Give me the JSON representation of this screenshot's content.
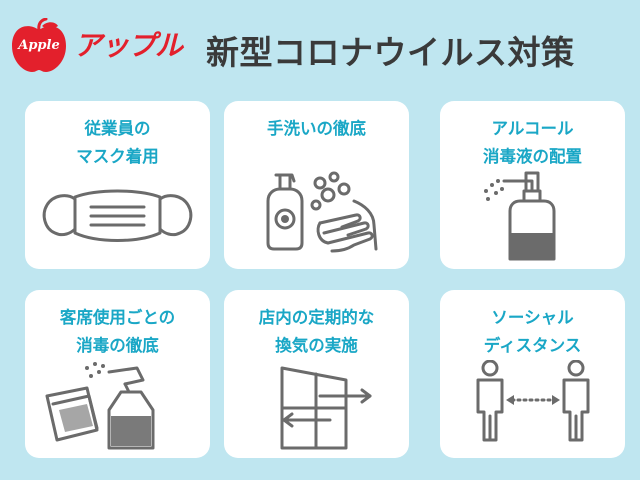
{
  "header": {
    "logo_mark_text": "Apple",
    "logo_wordmark": "アップル",
    "title": "新型コロナウイルス対策"
  },
  "colors": {
    "background": "#bfe6f0",
    "card": "#ffffff",
    "card_title": "#1aa7c6",
    "icon": "#6b6b6b",
    "brand_red": "#e3202c",
    "title_text": "#3a3a3a"
  },
  "cards": [
    {
      "line1": "従業員の",
      "line2": "マスク着用",
      "icon": "face-mask-icon"
    },
    {
      "line1": "手洗いの徹底",
      "line2": "",
      "icon": "hand-washing-icon"
    },
    {
      "line1": "アルコール",
      "line2": "消毒液の配置",
      "icon": "sanitizer-bottle-icon"
    },
    {
      "line1": "客席使用ごとの",
      "line2": "消毒の徹底",
      "icon": "spray-cloth-icon"
    },
    {
      "line1": "店内の定期的な",
      "line2": "換気の実施",
      "icon": "window-ventilation-icon"
    },
    {
      "line1": "ソーシャル",
      "line2": "ディスタンス",
      "icon": "social-distance-icon"
    }
  ]
}
